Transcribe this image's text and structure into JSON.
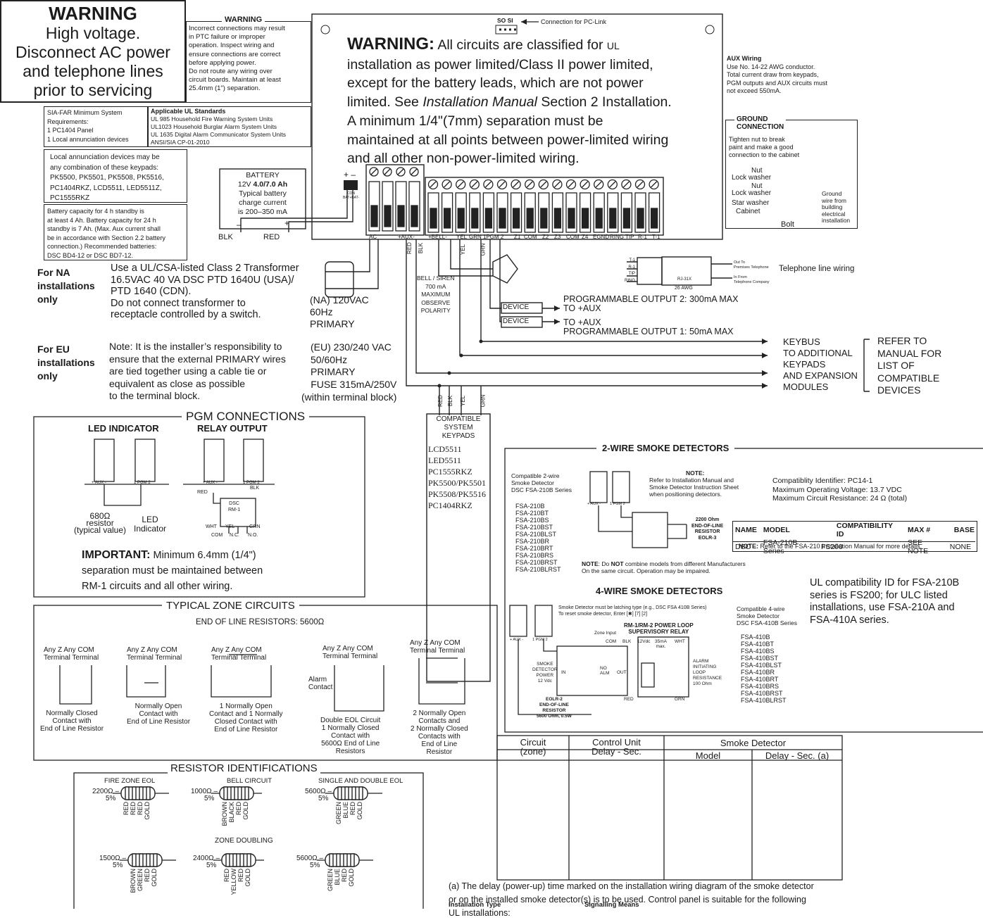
{
  "warning_hv": {
    "title": "WARNING",
    "body": "High voltage.\nDisconnect AC power\nand telephone lines\nprior to servicing"
  },
  "warning_ptc": {
    "title": "WARNING",
    "body": "Incorrect connections may result\nin PTC failure or improper\noperation. Inspect wiring and\nensure connections are correct\nbefore applying power.\nDo not route any wiring over\ncircuit boards. Maintain at least\n25.4mm (1\") separation."
  },
  "sia_far": {
    "text": "SIA-FAR Minimum System\nRequirements:\n1  PC1404 Panel\n1  Local annunciation devices"
  },
  "ul_standards": {
    "title": "Applicable UL Standards",
    "text": "UL 985 Household Fire Warning System Units\nUL1023 Household Burglar Alarm System Units\nUL 1635 Digital Alarm Communicator System Units\nANSI/SIA CP-01-2010"
  },
  "local_annunciation": {
    "text": "Local annunciation devices may be\nany combination of these keypads:\nPK5500, PK5501, PK5508, PK5516,\nPC1404RKZ, LCD5511, LED5511Z,\nPC1555RKZ"
  },
  "battery_capacity": {
    "text": "Battery capacity for 4 h standby is\nat least 4 Ah. Battery capacity for 24 h\nstandby is 7 Ah. (Max. Aux current shall\nbe in accordance with Section 2.2 battery\nconnection.) Recommended batteries:\nDSC BD4-12 or DSC BD7-12."
  },
  "battery": {
    "title": "BATTERY",
    "v": "12V ",
    "ah": "4.0/7.0 Ah",
    "text2": "Typical battery\ncharge current\nis 200–350 mA",
    "minus": "–",
    "plus": "+",
    "blk": "BLK",
    "red": "RED"
  },
  "panel": {
    "so_si": "SO   SI",
    "pclink": "Connection for PC-Link",
    "warning_word": "WARNING:",
    "warning_l1": " All circuits are classified for ",
    "ul": "UL",
    "warning_l2": "installation as power limited/Class II power limited,",
    "warning_l3": "except for the battery leads, which are not power",
    "warning_l4a": "limited. See ",
    "warning_l4i": "Installation Manual",
    "warning_l4b": " Section 2 Installation.",
    "warning_l5": "A minimum 1/4\"(7mm) separation must be",
    "warning_l6": "maintained at all points between power-limited wiring",
    "warning_l7": "and all other non-power-limited wiring.",
    "terminal_labels": [
      "AC",
      "+AUX-",
      "+BELL-",
      "YEL",
      "GRN",
      "1PGM 2",
      "Z1",
      "COM",
      "Z2",
      "Z3",
      "COM",
      "Z4",
      "EGND",
      "RING",
      "TIP",
      "R-1",
      "T-1"
    ],
    "con_label": "CON\nBAT+BAT-",
    "wire_red": "RED",
    "wire_blk": "BLK",
    "wire_yel": "YEL",
    "wire_grn": "GRN"
  },
  "aux_wiring": {
    "title": "AUX Wiring",
    "text": "Use No. 14-22 AWG conductor.\nTotal current draw from keypads,\nPGM outputs and AUX circuits must\nnot exceed 550mA."
  },
  "ground": {
    "title": "GROUND\nCONNECTION",
    "text": "Tighten nut to break\npaint and make a good\nconnection to the cabinet",
    "nut": "Nut",
    "lock": "Lock washer",
    "nut2": "Nut",
    "lock2": "Lock washer",
    "star": "Star washer",
    "cabinet": "Cabinet",
    "bolt": "Bolt",
    "gwire": "Ground\nwire from\nbuilding\nelectrical\ninstallation"
  },
  "telephone": {
    "label": "Telephone line wiring",
    "rj": "RJ-31X",
    "awg": "26 AWG",
    "out": "Out To\nPremises Telephone",
    "in": "In From\nTelephone Company",
    "pins": [
      "T-1",
      "R-1",
      "TIP",
      "RING"
    ]
  },
  "na": {
    "title": "For NA\ninstallations\nonly",
    "text": "Use a UL/CSA-listed Class 2 Transformer\n16.5VAC 40 VA DSC PTD 1640U (USA)/\nPTD 1640 (CDN).\nDo not connect transformer to\nreceptacle controlled by a switch.",
    "primary": "(NA) 120VAC\n60Hz\nPRIMARY"
  },
  "eu": {
    "title": "For EU\ninstallations\nonly",
    "text": "Note: It is the installer’s responsibility to\nensure that the external PRIMARY wires\nare tied together using a cable tie or\nequivalent as close as possible\nto the terminal block.",
    "primary": "(EU) 230/240 VAC\n50/60Hz\nPRIMARY",
    "fuse": "FUSE 315mA/250V\n(within terminal block)"
  },
  "bell": {
    "text": "BELL / SIREN\n700 mA\nMAXIMUM\nOBSERVE\nPOLARITY"
  },
  "outputs": {
    "device": "DEVICE",
    "pgm2": "PROGRAMMABLE OUTPUT 2: 300mA MAX",
    "toaux1": "TO +AUX",
    "toaux2": "TO +AUX",
    "pgm1": "PROGRAMMABLE OUTPUT 1: 50mA MAX"
  },
  "keybus": {
    "text": "KEYBUS\nTO ADDITIONAL\nKEYPADS\nAND EXPANSION\nMODULES",
    "refer": "REFER TO\nMANUAL FOR\nLIST OF\nCOMPATIBLE\nDEVICES"
  },
  "keypads": {
    "title": "COMPATIBLE\nSYSTEM\nKEYPADS",
    "list": [
      "LCD5511",
      "LED5511",
      "PC1555RKZ",
      "PK5500/PK5501",
      "PK5508/PK5516",
      "PC1404RKZ"
    ],
    "wires": [
      "RED",
      "BLK",
      "YEL",
      "GRN"
    ]
  },
  "pgm": {
    "title": "PGM CONNECTIONS",
    "led": "LED INDICATOR",
    "relay": "RELAY OUTPUT",
    "resistor": "680Ω\nresistor\n(typical value)",
    "led_label": "LED\nIndicator",
    "dsc": "DSC\nRM-1",
    "aux": "+ AUX -",
    "pgm12": "1 PGM 2",
    "red": "RED",
    "blk": "BLK",
    "wht": "WHT",
    "yel": "YEL",
    "grn": "GRN",
    "com": "COM",
    "nc": "N.C.",
    "no": "N.O.",
    "important_b": "IMPORTANT:",
    "important": " Minimum 6.4mm (1/4\")\nseparation must be maintained between\nRM-1 circuits and all other wiring."
  },
  "zones": {
    "title": "TYPICAL ZONE CIRCUITS",
    "subtitle": "END OF LINE RESISTORS: 5600Ω",
    "terminal": "Any Z    Any COM\nTerminal   Terminal",
    "captions": [
      "Normally Closed\nContact with\nEnd of Line Resistor",
      "Normally Open\nContact with\nEnd of Line Resistor",
      "1 Normally Open\nContact and 1 Normally\nClosed Contact with\nEnd of Line Resistor",
      "Double EOL Circuit\n1 Normally Closed\nContact with\n5600Ω End of Line\nResistors",
      "2 Normally Open\nContacts and\n2 Normally Closed\nContacts with\nEnd of Line\nResistor"
    ],
    "alarm": "Alarm\nContact"
  },
  "resistors": {
    "title": "RESISTOR IDENTIFICATIONS",
    "fire": "FIRE ZONE EOL",
    "bell": "BELL CIRCUIT",
    "single": "SINGLE AND DOUBLE EOL",
    "doubling": "ZONE DOUBLING",
    "items": [
      {
        "value": "2200Ω –",
        "tol": "5%",
        "bands": [
          "RED",
          "RED",
          "RED",
          "GOLD"
        ]
      },
      {
        "value": "1000Ω –",
        "tol": "5%",
        "bands": [
          "BROWN",
          "BLACK",
          "RED",
          "GOLD"
        ]
      },
      {
        "value": "5600Ω –",
        "tol": "5%",
        "bands": [
          "GREEN",
          "BLUE",
          "RED",
          "GOLD"
        ]
      },
      {
        "value": "1500Ω –",
        "tol": "5%",
        "bands": [
          "BROWN",
          "GREEN",
          "RED",
          "GOLD"
        ]
      },
      {
        "value": "2400Ω –",
        "tol": "5%",
        "bands": [
          "RED",
          "YELLOW",
          "RED",
          "GOLD"
        ]
      },
      {
        "value": "5600Ω –",
        "tol": "5%",
        "bands": [
          "GREEN",
          "BLUE",
          "RED",
          "GOLD"
        ]
      }
    ]
  },
  "smoke2": {
    "title": "2-WIRE SMOKE DETECTORS",
    "compat": "Compatible 2-wire\nSmoke Detector\nDSC FSA-210B Series",
    "models": [
      "FSA-210B",
      "FSA-210BT",
      "FSA-210BS",
      "FSA-210BST",
      "FSA-210BLST",
      "FSA-210BR",
      "FSA-210BRT",
      "FSA-210BRS",
      "FSA-210BRST",
      "FSA-210BLRST"
    ],
    "note_title": "NOTE:",
    "note": "Refer to Installation Manual and\nSmoke Detector Instruction Sheet\nwhen positioning detectors.",
    "spec": "Compatiblity Identifier: PC14-1\nMaximum Operating Voltage: 13.7 VDC\nMaximum Circuit Resistance: 24 Ω (total)",
    "eol": "2200 Ohm\nEND-OF-LINE\nRESISTOR\nEOLR-3",
    "aux": "+ AUX -",
    "pgm": "1 PGM 2",
    "table_headers": [
      "NAME",
      "MODEL",
      "COMPATIBILITY ID",
      "MAX #",
      "BASE"
    ],
    "table_row": [
      "DSC",
      "FSA-210B Series",
      "FS200",
      "SEE NOTE",
      "NONE"
    ],
    "table_note_b": "NOTE:",
    "table_note": " Refer to the FSA-210 Installation Manual for more details.",
    "combine_b1": "NOTE",
    "combine_a": ": Do ",
    "combine_b2": "NOT",
    "combine_c": " combine models from different Manufacturers\nOn the same circuit. Operation may be impaired."
  },
  "ulc_note": "UL compatibility ID for FSA-210B\nseries is FS200; for ULC listed\ninstallations, use FSA-210A and\nFSA-410A series.",
  "smoke4": {
    "title": "4-WIRE SMOKE DETECTORS",
    "latch": "Smoke Detector must be latching type (e.g., DSC FSA 410B Series)\nTo reset smoke detector, Enter [✱] [7] [2]",
    "compat": "Compatible 4-wire\nSmoke Detector\nDSC FSA-410B Series",
    "models": [
      "FSA-410B",
      "FSA-410BT",
      "FSA-410BS",
      "FSA-410BST",
      "FSA-410BLST",
      "FSA-410BR",
      "FSA-410BRT",
      "FSA-410BRS",
      "FSA-410BRST",
      "FSA-410BLRST"
    ],
    "relay": "RM-1/RM-2 POWER LOOP\nSUPERVISORY RELAY",
    "zone_input": "Zone Input",
    "com": "COM",
    "blk": "BLK",
    "v12": "12Vdc",
    "ma35": "35mA\nmax.",
    "wht": "WHT",
    "smoke_power": "SMOKE\nDETECTOR\nPOWER\n12 Vdc",
    "in": "IN",
    "out": "OUT",
    "no_alm": "NO\nALM",
    "alarm_loop": "ALARM\nINITIATING\nLOOP\nRESISTANCE\n100 Ohm",
    "red": "RED",
    "grn": "GRN",
    "eolr": "EOLR-2\nEND-OF-LINE\nRESISTOR\n5600 Ohm, 0.5W",
    "aux": "+ AUX -",
    "pgm": "1 PGM 2"
  },
  "delay_table": {
    "h1": "Circuit\n(zone)",
    "h2": "Control Unit\nDelay - Sec.",
    "h3": "Smoke Detector",
    "h4": "Model",
    "h5": "Delay - Sec. (a)"
  },
  "footnote": {
    "text": "(a) The delay (power-up) time marked on the installation wiring diagram of the smoke detector\nor on the installed smoke detector(s) is to be used. Control panel is suitable for the following\nUL installations:",
    "col1": "Installation Type",
    "col2": "Signalling Means"
  }
}
